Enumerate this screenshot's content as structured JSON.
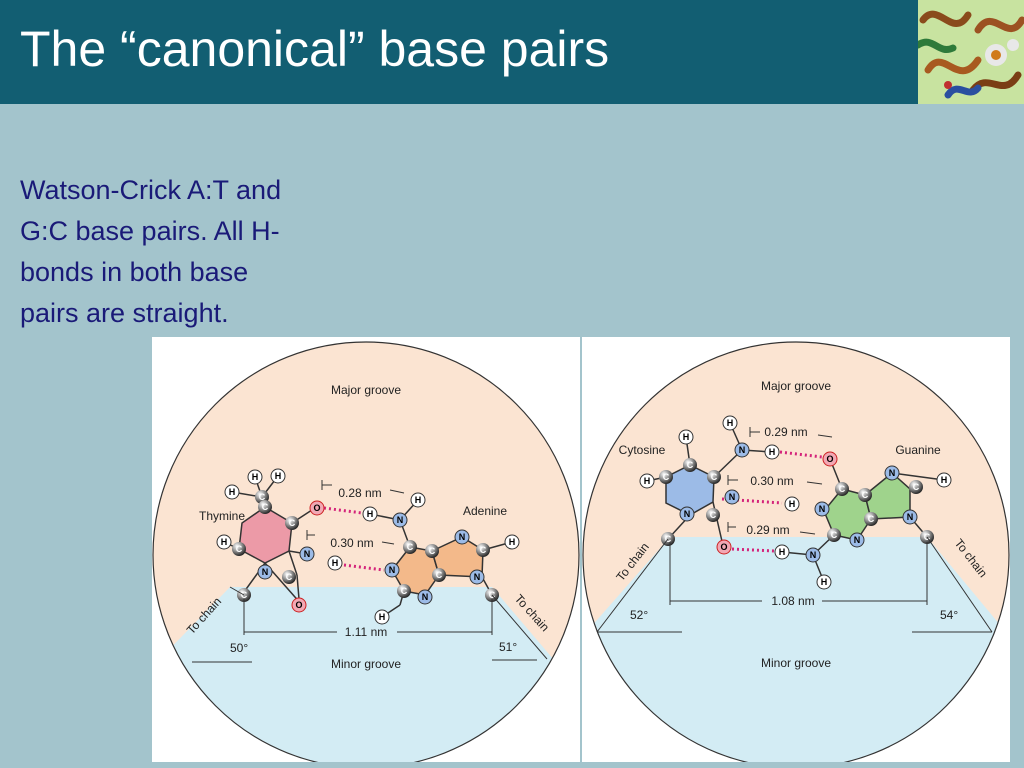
{
  "slide": {
    "title": "The “canonical” base pairs",
    "body_lines": [
      "Watson-Crick A:T and",
      "G:C base pairs. All H-",
      "bonds in both base",
      "pairs are straight."
    ]
  },
  "at_pair": {
    "major_groove": "Major groove",
    "minor_groove": "Minor groove",
    "base_left": "Thymine",
    "base_right": "Adenine",
    "hbond_1": "0.28 nm",
    "hbond_2": "0.30 nm",
    "c1_distance": "1.11 nm",
    "angle_left": "50°",
    "angle_right": "51°",
    "to_chain_left": "To chain",
    "to_chain_right": "To chain"
  },
  "gc_pair": {
    "major_groove": "Major groove",
    "minor_groove": "Minor groove",
    "base_left": "Cytosine",
    "base_right": "Guanine",
    "hbond_1": "0.29 nm",
    "hbond_2": "0.30 nm",
    "hbond_3": "0.29 nm",
    "c1_distance": "1.08 nm",
    "angle_left": "52°",
    "angle_right": "54°",
    "to_chain_left": "To chain",
    "to_chain_right": "To chain"
  },
  "atoms": {
    "H": "H",
    "C": "C",
    "N": "N",
    "O": "O"
  },
  "colors": {
    "title_bar": "#125e72",
    "background": "#a3c4cc",
    "body_text": "#1a1a78",
    "major_groove": "#fbe4d2",
    "minor_groove": "#d3ecf4",
    "thymine": "#ec9aa7",
    "adenine": "#f3b98a",
    "cytosine": "#9cbbe7",
    "guanine": "#9fd38c",
    "hbond": "#d4237a"
  }
}
